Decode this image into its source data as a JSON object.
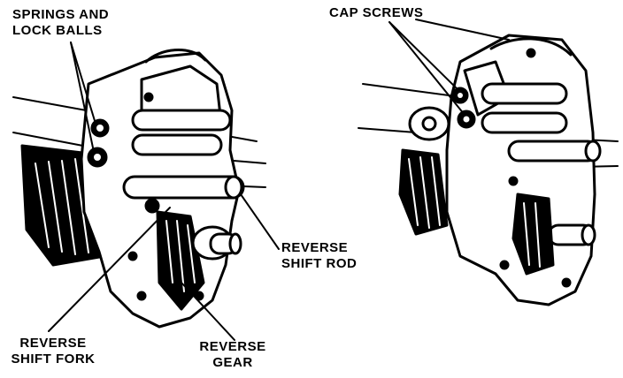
{
  "labels": {
    "springs_and_lock_balls": "SPRINGS AND\nLOCK BALLS",
    "cap_screws": "CAP SCREWS",
    "reverse_shift_rod": "REVERSE\nSHIFT ROD",
    "reverse_shift_fork": "REVERSE\nSHIFT FORK",
    "reverse_gear": "REVERSE\nGEAR"
  },
  "colors": {
    "ink": "#000000",
    "paper": "#ffffff"
  }
}
